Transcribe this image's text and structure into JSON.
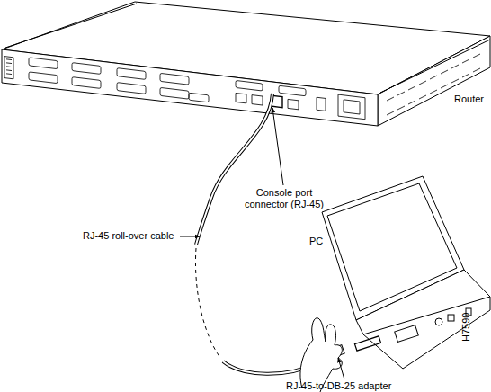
{
  "diagram": {
    "labels": [
      "Router",
      "Console port connector (RJ-45)",
      "RJ-45 roll-over cable",
      "PC",
      "RJ-45-to-DB-25 adapter",
      "H7590"
    ]
  }
}
